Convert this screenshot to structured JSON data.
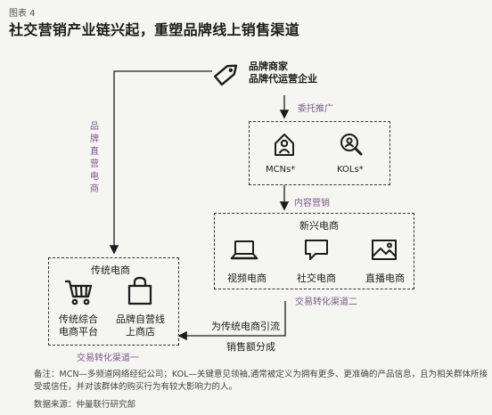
{
  "figure_label": "图表 4",
  "title": "社交营销产业链兴起，重塑品牌线上销售渠道",
  "brand": {
    "line1": "品牌商家",
    "line2": "品牌代运营企业",
    "icon": "price-tag-icon"
  },
  "edges": {
    "entrust": "委托推广",
    "content_marketing": "内容营销",
    "brand_direct": "品牌直营电商",
    "drain_to_traditional": "为传统电商引流",
    "sales_share": "销售额分成"
  },
  "mcn_box": {
    "items": [
      {
        "label": "MCNs*",
        "icon": "house-user-icon"
      },
      {
        "label": "KOLs*",
        "icon": "magnifier-user-icon"
      }
    ]
  },
  "emerging_box": {
    "title": "新兴电商",
    "items": [
      {
        "label": "视频电商",
        "icon": "laptop-icon"
      },
      {
        "label": "社交电商",
        "icon": "chat-bubble-icon"
      },
      {
        "label": "直播电商",
        "icon": "image-icon"
      }
    ],
    "footer": "交易转化渠道二"
  },
  "traditional_box": {
    "title": "传统电商",
    "items": [
      {
        "label1": "传统综合",
        "label2": "电商平台",
        "icon": "shopping-cart-icon"
      },
      {
        "label1": "品牌自营线",
        "label2": "上商店",
        "icon": "shopping-bag-icon"
      }
    ],
    "footer": "交易转化渠道一"
  },
  "notes": {
    "line1": "备注：MCN—多频道网络经纪公司；KOL—关键意见领袖,通常被定义为拥有更多、更准确的产品信息，且为相关群体所接",
    "line2": "受或信任，并对该群体的购买行为有较大影响力的人。",
    "source": "数据来源：仲量联行研究部"
  },
  "colors": {
    "accent": "#7b5b86",
    "text": "#1c1c1c",
    "background": "#f5f5f2"
  }
}
